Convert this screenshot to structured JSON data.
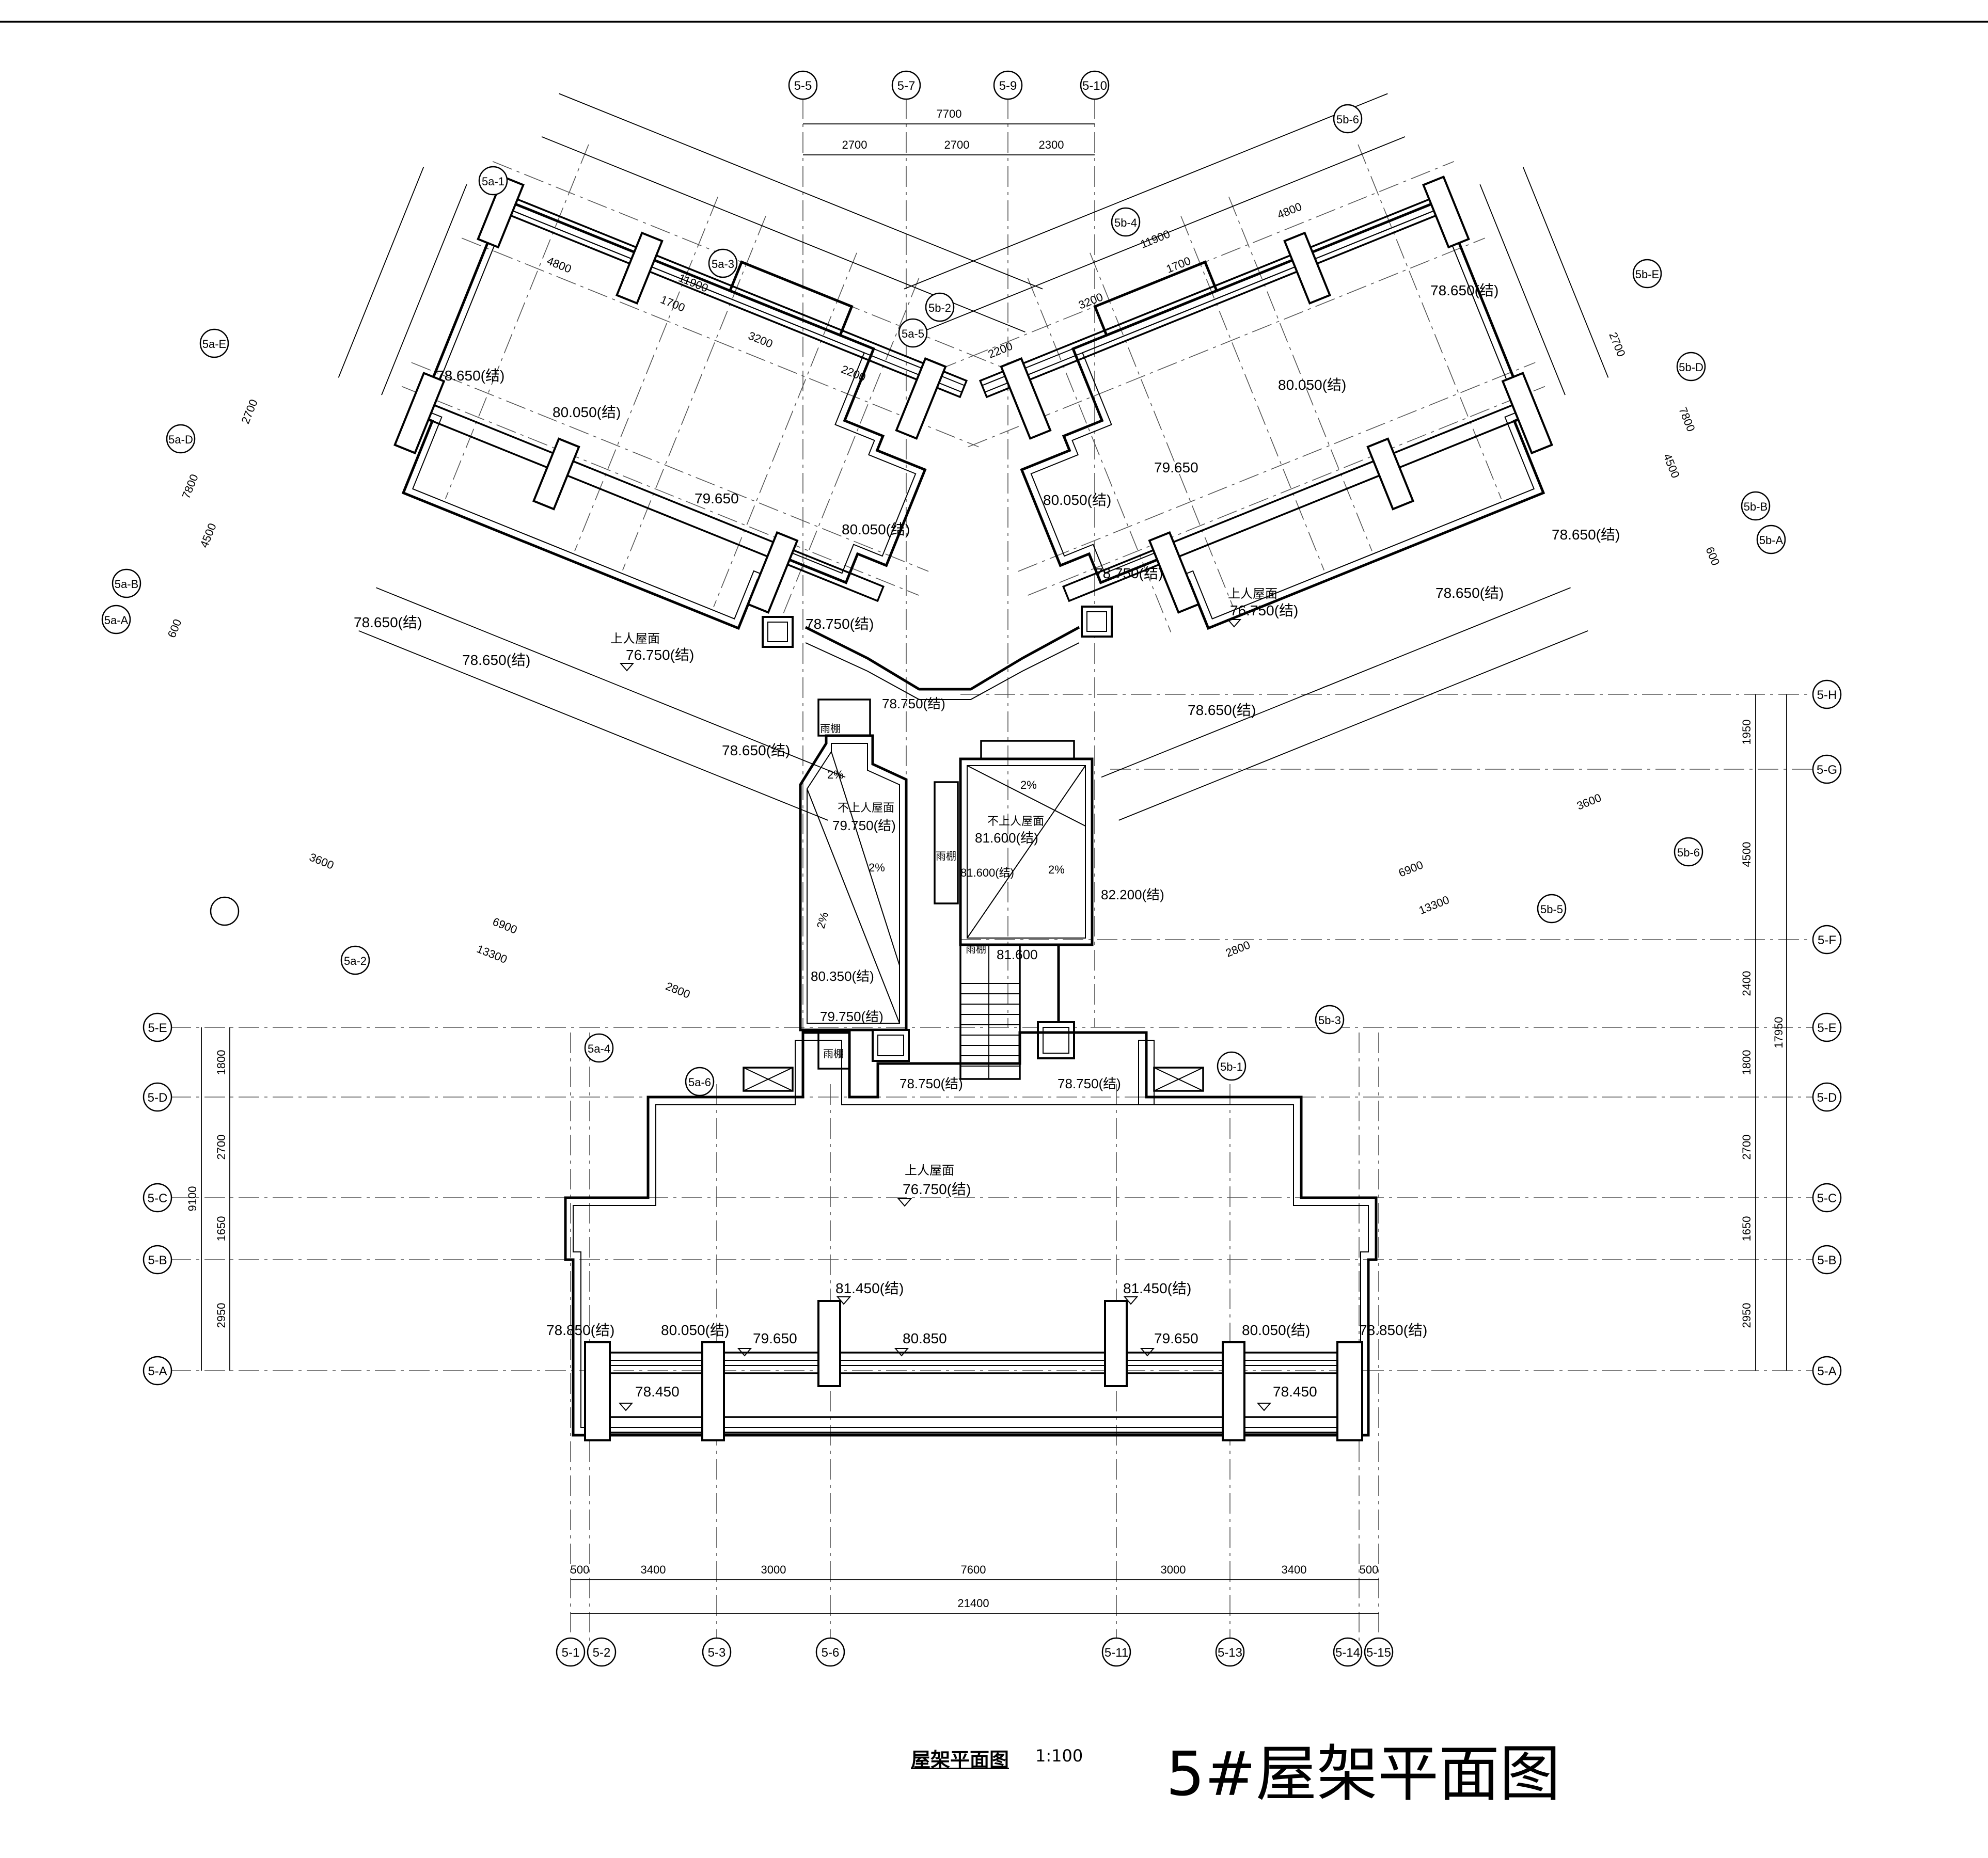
{
  "titles": {
    "main": "5#屋架平面图",
    "sub": "屋架平面图",
    "scale": "1:100"
  },
  "axes": {
    "top": [
      "5-5",
      "5-7",
      "5-9",
      "5-10"
    ],
    "bottom": [
      "5-1",
      "5-2",
      "5-3",
      "5-6",
      "5-11",
      "5-13",
      "5-14",
      "5-15"
    ],
    "left": [
      "5-E",
      "5-D",
      "5-C",
      "5-B",
      "5-A"
    ],
    "right": [
      "5-H",
      "5-G",
      "5-F",
      "5-E",
      "5-D",
      "5-C",
      "5-B",
      "5-A"
    ],
    "wing_a": [
      "5a-1",
      "5a-2",
      "5a-3",
      "5a-4",
      "5a-5",
      "5a-6",
      "5a-E",
      "5a-D",
      "5a-B",
      "5a-A"
    ],
    "wing_b": [
      "5b-6",
      "5b-5",
      "5b-4",
      "5b-3",
      "5b-2",
      "5b-1",
      "5b-E",
      "5b-D",
      "5b-B",
      "5b-A",
      "5b-6"
    ]
  },
  "dimensions": {
    "top_total": "7700",
    "top": [
      "2700",
      "2700",
      "2300"
    ],
    "bottom": [
      "500",
      "3400",
      "3000",
      "7600",
      "3000",
      "3400",
      "500"
    ],
    "bottom_total": "21400",
    "left": [
      "1800",
      "2700",
      "1650",
      "2950"
    ],
    "left_total": "9100",
    "right": [
      "1950",
      "4500",
      "2400",
      "1800",
      "2700",
      "1650",
      "2950"
    ],
    "right_total": "17950",
    "wing_a_top": [
      "4800",
      "1700",
      "3200",
      "2200"
    ],
    "wing_a_top_total": "11900",
    "wing_a_side": [
      "2700",
      "4500",
      "600"
    ],
    "wing_a_side_total": "7800",
    "wing_a_bottom": [
      "3600",
      "6900",
      "2800"
    ],
    "wing_a_bottom_total": "13300",
    "wing_b_top": [
      "2200",
      "3200",
      "1700",
      "4800"
    ],
    "wing_b_top_total": "11900",
    "wing_b_side": [
      "2700",
      "4500",
      "600"
    ],
    "wing_b_side_total": "7800",
    "wing_b_bottom": [
      "3600",
      "6900",
      "2800"
    ],
    "wing_b_bottom_total": "13300"
  },
  "elevations": {
    "a1": "78.650(结)",
    "a2": "80.050(结)",
    "a3": "79.650",
    "a4": "80.050(结)",
    "a5": "78.750(结)",
    "a6": "78.650(结)",
    "a7": "78.650(结)",
    "a8": "78.650(结)",
    "a_roof_label": "上人屋面",
    "a_roof": "76.750(结)",
    "b1": "78.650(结)",
    "b2": "80.050(结)",
    "b3": "79.650",
    "b4": "80.050(结)",
    "b5": "78.750(结)",
    "b6": "78.650(结)",
    "b7": "78.650(结)",
    "b8": "78.650(结)",
    "b_roof_label": "上人屋面",
    "b_roof": "76.750(结)",
    "c_top": "78.750(结)",
    "c_canopy1": "雨棚",
    "c_slope1": "2%",
    "c_roof1_label": "不上人屋面",
    "c_roof1": "79.750(结)",
    "c_slope2": "2%",
    "c_slope3": "2%",
    "c_e1": "80.350(结)",
    "c_e2": "79.750(结)",
    "c_canopy2": "雨棚",
    "c_e3": "78.750(结)",
    "d_slope1": "2%",
    "d_roof_label": "不上人屋面",
    "d_roof": "81.600(结)",
    "d_canopy": "雨棚",
    "d_e1": "81.600(结)",
    "d_slope2": "2%",
    "d_e2": "82.200(结)",
    "d_canopy2": "雨棚",
    "d_e3": "81.600",
    "d_e4": "78.750(结)",
    "main_roof_label": "上人屋面",
    "main_roof": "76.750(结)",
    "m1": "81.450(结)",
    "m2": "81.450(结)",
    "m3": "78.850(结)",
    "m4": "80.050(结)",
    "m5": "79.650",
    "m6": "80.850",
    "m7": "79.650",
    "m8": "80.050(结)",
    "m9": "78.850(结)",
    "m10": "78.450",
    "m11": "78.450"
  }
}
